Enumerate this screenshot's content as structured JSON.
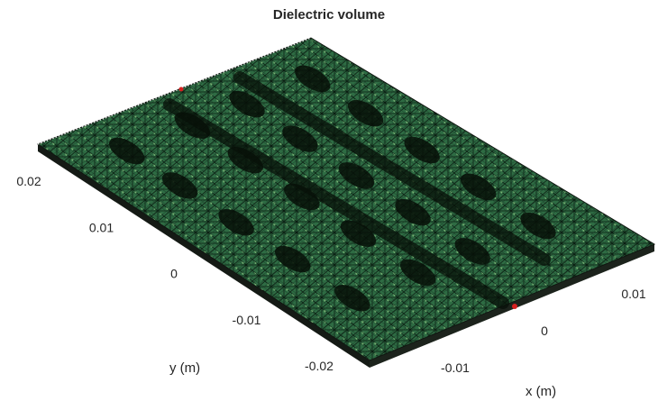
{
  "figure": {
    "title": "Dielectric volume",
    "colors": {
      "mesh_fill": "#2e6b43",
      "mesh_light": "#8ccf86",
      "mesh_line": "#0a1a10",
      "slab_edge": "#101510",
      "feed_marker": "#d62020",
      "background": "#ffffff"
    },
    "axes": {
      "x": {
        "label": "x (m)",
        "ticks": [
          {
            "value": -0.01,
            "label": "-0.01"
          },
          {
            "value": 0,
            "label": "0"
          },
          {
            "value": 0.01,
            "label": "0.01"
          }
        ]
      },
      "y": {
        "label": "y (m)",
        "ticks": [
          {
            "value": -0.02,
            "label": "-0.02"
          },
          {
            "value": -0.01,
            "label": "-0.01"
          },
          {
            "value": 0,
            "label": "0"
          },
          {
            "value": 0.01,
            "label": "0.01"
          },
          {
            "value": 0.02,
            "label": "0.02"
          }
        ]
      }
    }
  }
}
